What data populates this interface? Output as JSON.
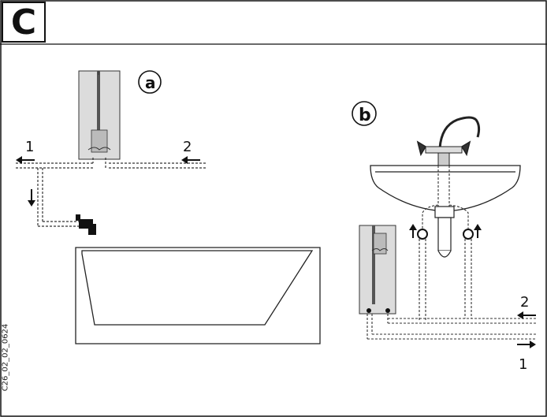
{
  "panel_letter": "C",
  "figure_code": "C26_02_02_0624",
  "sub_a": {
    "label": "a",
    "left_number": "1",
    "right_number": "2"
  },
  "sub_b": {
    "label": "b",
    "right_top_number": "2",
    "right_bottom_number": "1"
  }
}
